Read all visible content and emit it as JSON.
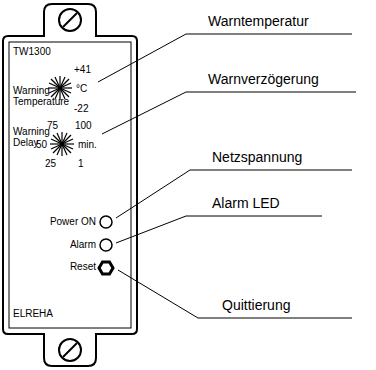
{
  "diagram": {
    "labels": [
      "TW1300",
      "+41",
      "Warning Temperature",
      "°C",
      "-22",
      "75",
      "100",
      "Warning Delay",
      "50",
      "min.",
      "25",
      "1",
      "Power ON",
      "Alarm",
      "Reset",
      "ELREHA",
      "Warntemperatur",
      "Warnverzögerung",
      "Netzspannung",
      "Alarm LED",
      "Quittierung"
    ]
  }
}
